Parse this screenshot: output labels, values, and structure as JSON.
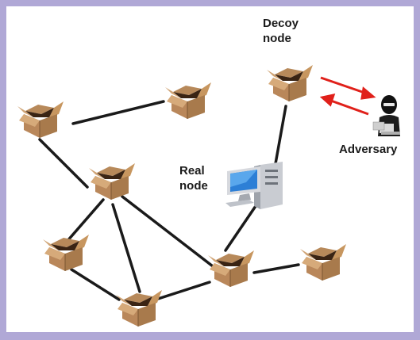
{
  "labels": {
    "decoy_node": "Decoy\nnode",
    "real_node": "Real\nnode",
    "adversary": "Adversary"
  },
  "colors": {
    "border": "#b0a8d6",
    "edge": "#1a1a1a",
    "arrow": "#e0201a",
    "box_light": "#c89a68",
    "box_mid": "#a87a4c",
    "box_dark": "#3a2414"
  },
  "icons": {
    "box": "cardboard-box-icon",
    "computer": "desktop-computer-icon",
    "adversary": "hacker-icon"
  }
}
